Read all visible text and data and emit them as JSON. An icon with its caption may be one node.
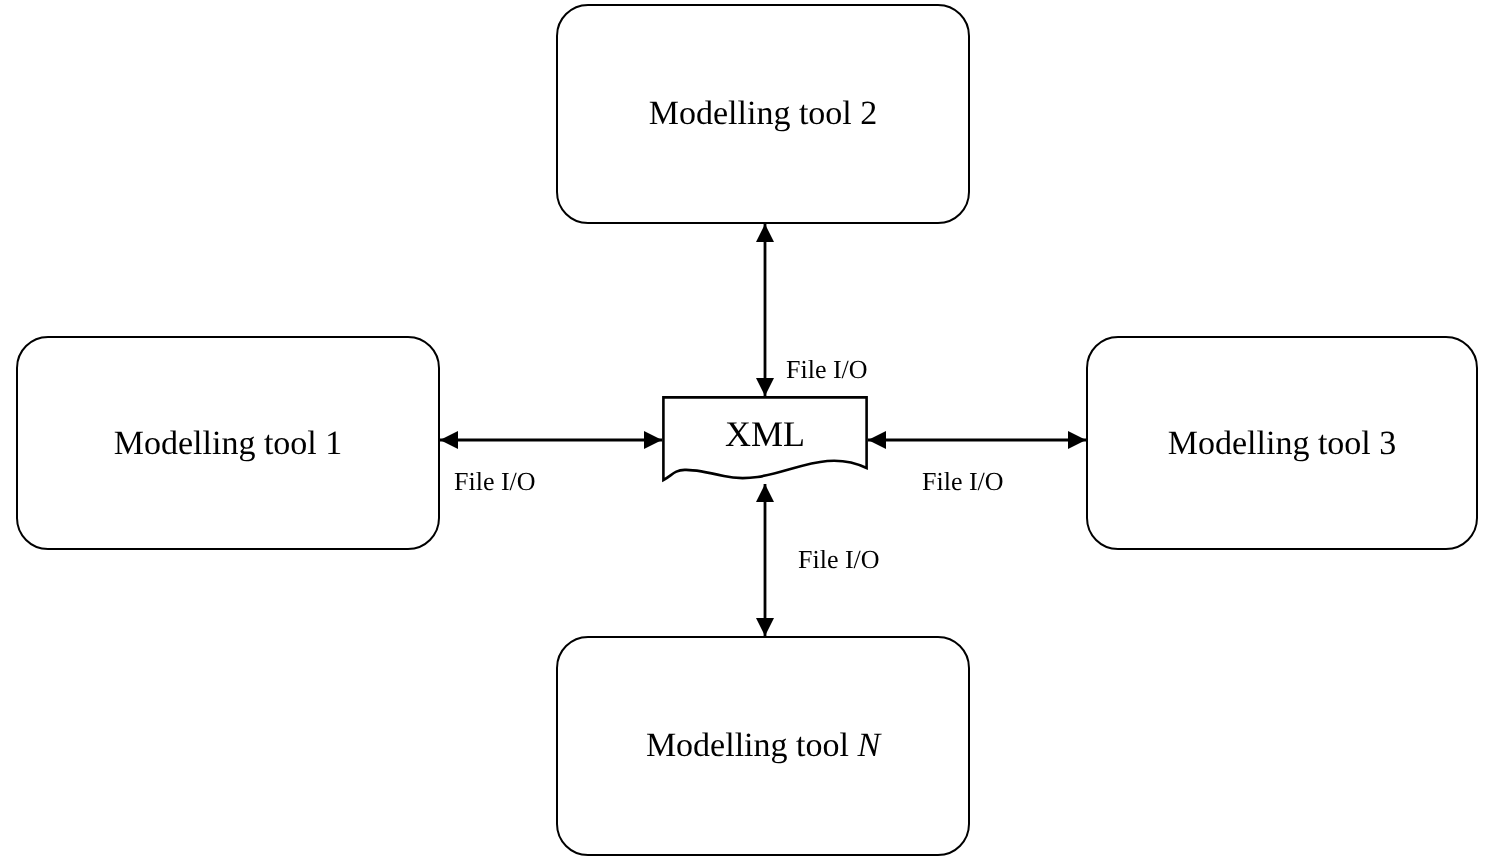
{
  "diagram": {
    "nodes": [
      {
        "text": [
          "Modelling tool 2"
        ]
      },
      {
        "text": [
          "Modelling tool 1"
        ]
      },
      {
        "text": [
          "XML"
        ]
      },
      {
        "text": [
          "Modelling tool 3"
        ]
      },
      {
        "text": [
          "Modelling tool *N*"
        ]
      }
    ],
    "edges": [
      {
        "from": 2,
        "to": 0,
        "arrow": "both",
        "label": "File I/O"
      },
      {
        "from": 1,
        "to": 2,
        "arrow": "both",
        "label": "File I/O"
      },
      {
        "from": 2,
        "to": 3,
        "arrow": "both",
        "label": "File I/O"
      },
      {
        "from": 2,
        "to": 4,
        "arrow": "both",
        "label": "File I/O"
      }
    ]
  }
}
